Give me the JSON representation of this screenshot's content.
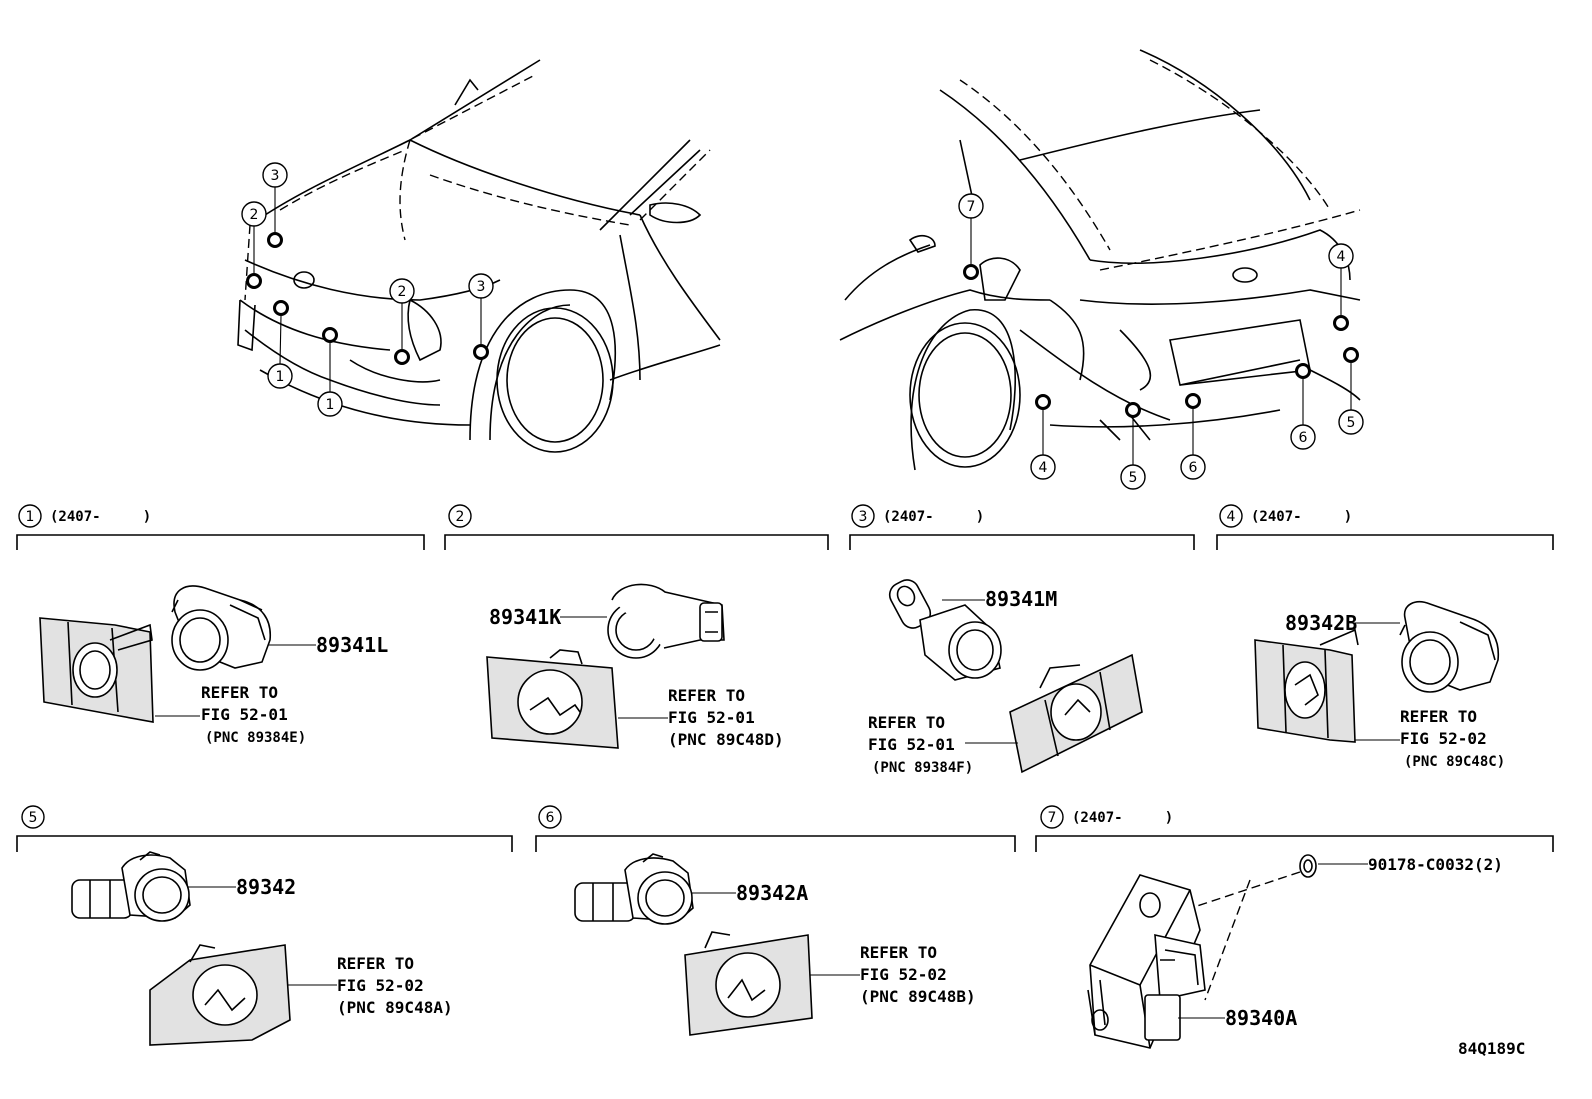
{
  "front_view_callouts": [
    "3",
    "2",
    "1",
    "1",
    "2",
    "3"
  ],
  "rear_view_callouts": [
    "7",
    "4",
    "5",
    "4",
    "5",
    "6",
    "6"
  ],
  "sections": [
    {
      "num": "1",
      "range": "(2407-     )"
    },
    {
      "num": "2",
      "range": ""
    },
    {
      "num": "3",
      "range": "(2407-     )"
    },
    {
      "num": "4",
      "range": "(2407-     )"
    },
    {
      "num": "5",
      "range": ""
    },
    {
      "num": "6",
      "range": ""
    },
    {
      "num": "7",
      "range": "(2407-     )"
    }
  ],
  "parts": {
    "s1": {
      "pn": "89341L",
      "ref1": "REFER TO",
      "ref2": "FIG 52-01",
      "ref3": "(PNC 89384E)"
    },
    "s2": {
      "pn": "89341K",
      "ref1": "REFER TO",
      "ref2": "FIG 52-01",
      "ref3": "(PNC 89C48D)"
    },
    "s3": {
      "pn": "89341M",
      "ref1": "REFER TO",
      "ref2": "FIG 52-01",
      "ref3": "(PNC 89384F)"
    },
    "s4": {
      "pn": "89342B",
      "ref1": "REFER TO",
      "ref2": "FIG 52-02",
      "ref3": "(PNC 89C48C)"
    },
    "s5": {
      "pn": "89342",
      "ref1": "REFER TO",
      "ref2": "FIG 52-02",
      "ref3": "(PNC 89C48A)"
    },
    "s6": {
      "pn": "89342A",
      "ref1": "REFER TO",
      "ref2": "FIG 52-02",
      "ref3": "(PNC 89C48B)"
    },
    "s7": {
      "pn": "89340A",
      "clip": "90178-C0032(2)"
    }
  },
  "diagram_id": "84Q189C"
}
